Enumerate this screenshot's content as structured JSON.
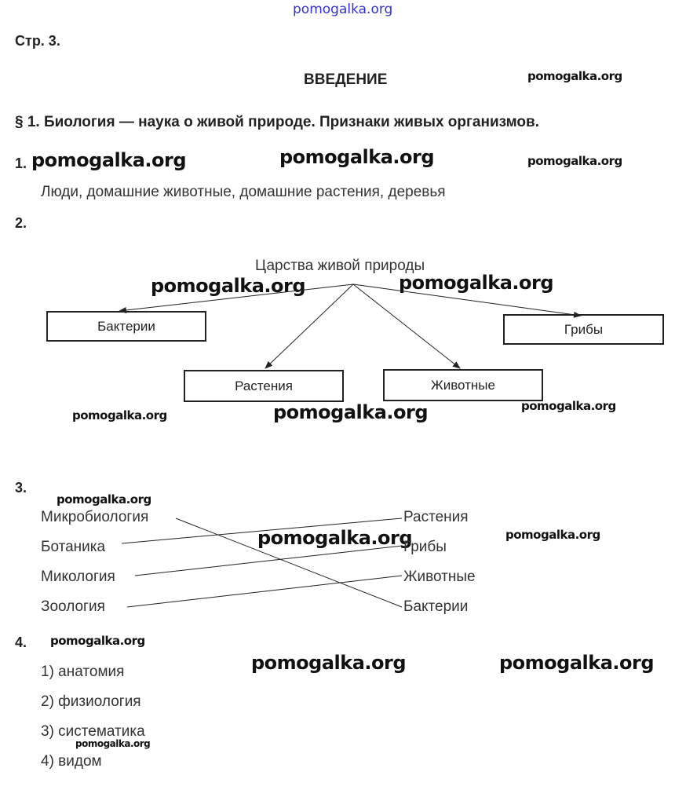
{
  "header_watermark": "pomogalka.org",
  "page_label": "Стр. 3.",
  "chapter_title": "ВВЕДЕНИЕ",
  "section_title": "§ 1. Биология — наука о живой природе. Признаки живых организмов.",
  "watermarks": [
    "pomogalka.org",
    "pomogalka.org",
    "pomogalka.org",
    "pomogalka.org",
    "pomogalka.org",
    "pomogalka.org",
    "pomogalka.org",
    "pomogalka.org",
    "pomogalka.org",
    "pomogalka.org",
    "pomogalka.org",
    "pomogalka.org",
    "pomogalka.org",
    "pomogalka.org",
    "pomogalka.org"
  ],
  "task1": {
    "number": "1.",
    "answer": "Люди, домашние животные, домашние растения, деревья"
  },
  "task2": {
    "number": "2.",
    "root": "Царства живой природы",
    "kingdoms": [
      "Бактерии",
      "Растения",
      "Животные",
      "Грибы"
    ]
  },
  "task3": {
    "number": "3.",
    "sciences": [
      "Микробиология",
      "Ботаника",
      "Микология",
      "Зоология"
    ],
    "objects": [
      "Растения",
      "Грибы",
      "Животные",
      "Бактерии"
    ],
    "matches": [
      [
        "Микробиология",
        "Бактерии"
      ],
      [
        "Ботаника",
        "Растения"
      ],
      [
        "Микология",
        "Грибы"
      ],
      [
        "Зоология",
        "Животные"
      ]
    ]
  },
  "task4": {
    "number": "4.",
    "answers": [
      "1) анатомия",
      "2) физиология",
      "3) систематика",
      "4) видом"
    ]
  }
}
